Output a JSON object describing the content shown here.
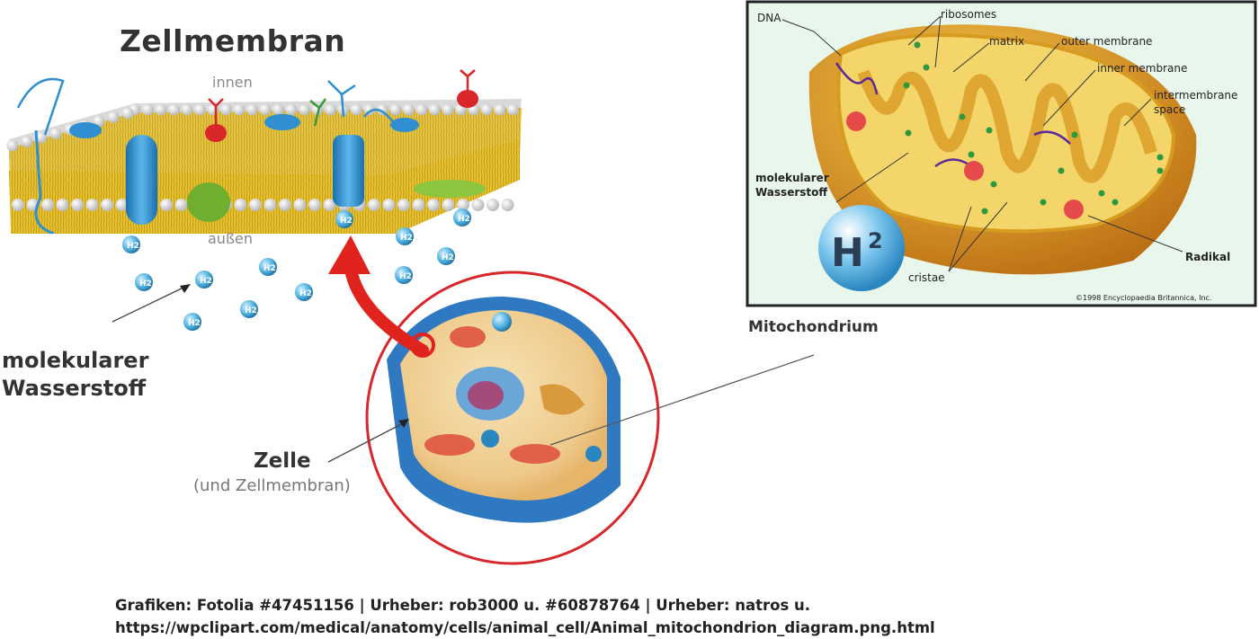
{
  "membrane": {
    "title": "Zellmembran",
    "inside_label": "innen",
    "outside_label": "außen",
    "h2_label": "molekularer Wasserstoff",
    "h2_label_line1": "molekularer",
    "h2_label_line2": "Wasserstoff"
  },
  "cell": {
    "title": "Zelle",
    "subtitle": "(und Zellmembran)"
  },
  "mitochondrion": {
    "caption": "Mitochondrium",
    "labels": {
      "dna": "DNA",
      "ribosomes": "ribosomes",
      "matrix": "matrix",
      "outer_membrane": "outer membrane",
      "inner_membrane": "inner membrane",
      "intermembrane_line1": "intermembrane",
      "intermembrane_line2": "space",
      "h2_line1": "molekularer",
      "h2_line2": "Wasserstoff",
      "cristae": "cristae",
      "radikal": "Radikal",
      "copyright": "©1998 Encyclopaedia Britannica, Inc."
    },
    "h2_big": "H",
    "h2_sup": "2"
  },
  "molecule_label": "H",
  "molecule_sup": "2",
  "credit": {
    "line1": "Grafiken: Fotolia #47451156 | Urheber: rob3000 u. #60878764 | Urheber: natros u.",
    "line2": "https://wpclipart.com/medical/anatomy/cells/animal_cell/Animal_mitochondrion_diagram.png.html"
  },
  "colors": {
    "lipid_head": "#e8e8e8",
    "lipid_tail": "#e6c22a",
    "protein_blue": "#2f8fd0",
    "protein_red": "#d8262b",
    "protein_green": "#6fae2f",
    "arrow_red": "#e0231c",
    "mito_orange": "#e39b1a",
    "mito_inner": "#f3d56a",
    "h2_sphere": "#4fb0e0"
  }
}
